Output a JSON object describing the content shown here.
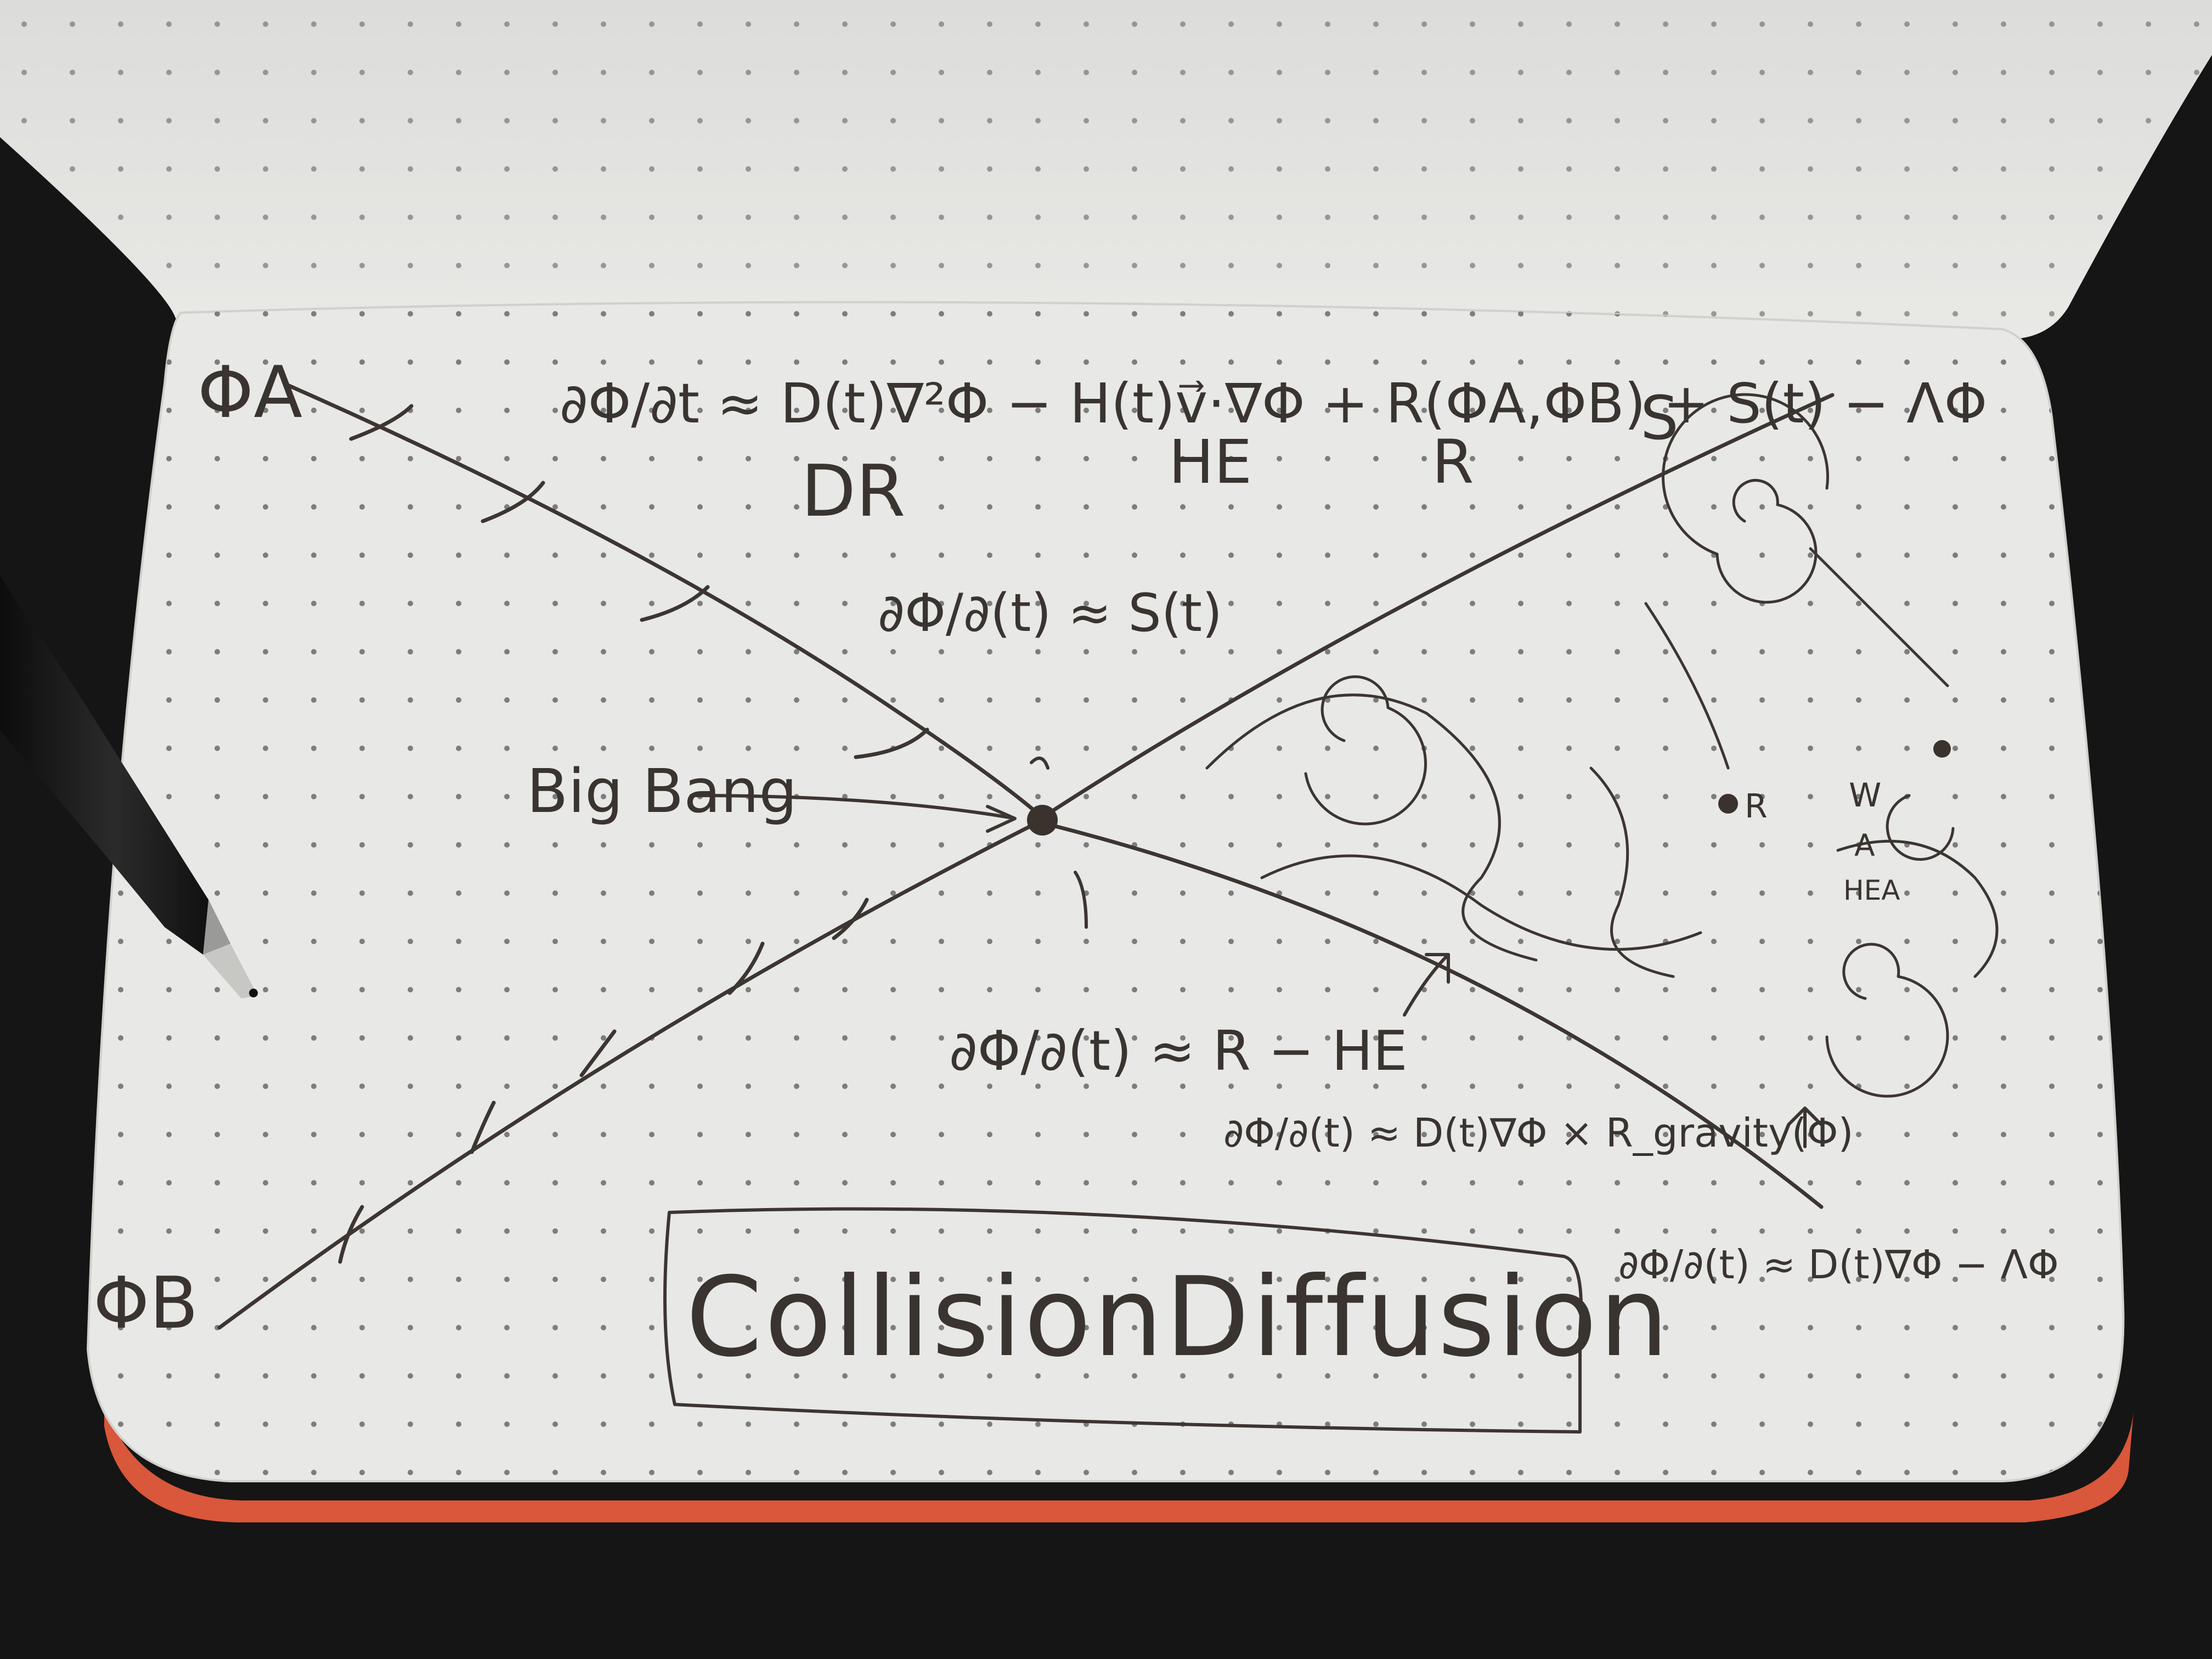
{
  "title_box": {
    "text": "CollisionDiffusion"
  },
  "field_labels": {
    "phi_a": "ΦA",
    "phi_b": "ΦB"
  },
  "top_equation": {
    "text": "∂Φ/∂t ≈ D(t)∇²Φ − H(t)v⃗·∇Φ + R(ΦA,ΦB) + S(t) − ΛΦ",
    "term_letters": [
      "DR",
      "HE",
      "R",
      "S"
    ]
  },
  "annotations": {
    "big_bang": "Big Bang",
    "near_collision_eq": "∂Φ/∂(t) ≈ S(t)",
    "below_collision_eq": "∂Φ/∂(t) ≈ R − HE",
    "middle_eq": "∂Φ/∂(t) ≈ D(t)∇Φ × R_gravity(Φ)",
    "right_eq": "∂Φ/∂(t) ≈ D(t)∇Φ − ΛΦ",
    "galaxy_tag": "R",
    "cluster_text": [
      "W",
      "A",
      "HEA"
    ]
  },
  "colors": {
    "background": "#141414",
    "page": "#e9e9e7",
    "ink": "#3c3531",
    "dots": "#7a7a7a",
    "book_edge": "#d9573a"
  },
  "icons": {
    "pen": "pen-icon"
  }
}
